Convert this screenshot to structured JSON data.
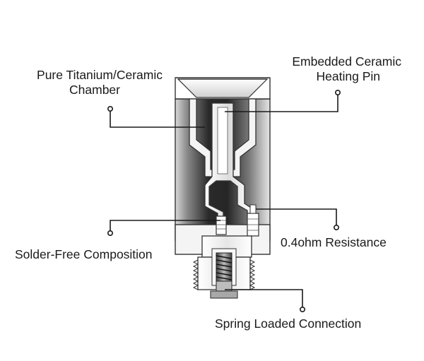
{
  "callouts": {
    "chamber": {
      "line1": "Pure Titanium/Ceramic",
      "line2": "Chamber"
    },
    "heating_pin": {
      "line1": "Embedded Ceramic",
      "line2": "Heating Pin"
    },
    "solder_free": {
      "label": "Solder-Free Composition"
    },
    "resistance": {
      "label": "0.4ohm Resistance"
    },
    "spring": {
      "label": "Spring Loaded Connection"
    }
  },
  "colors": {
    "text": "#1a1a1a",
    "body_dark": "#262626",
    "body_light": "#e8e8e8",
    "metal_light": "#f2f2f2",
    "outline": "#333333"
  }
}
